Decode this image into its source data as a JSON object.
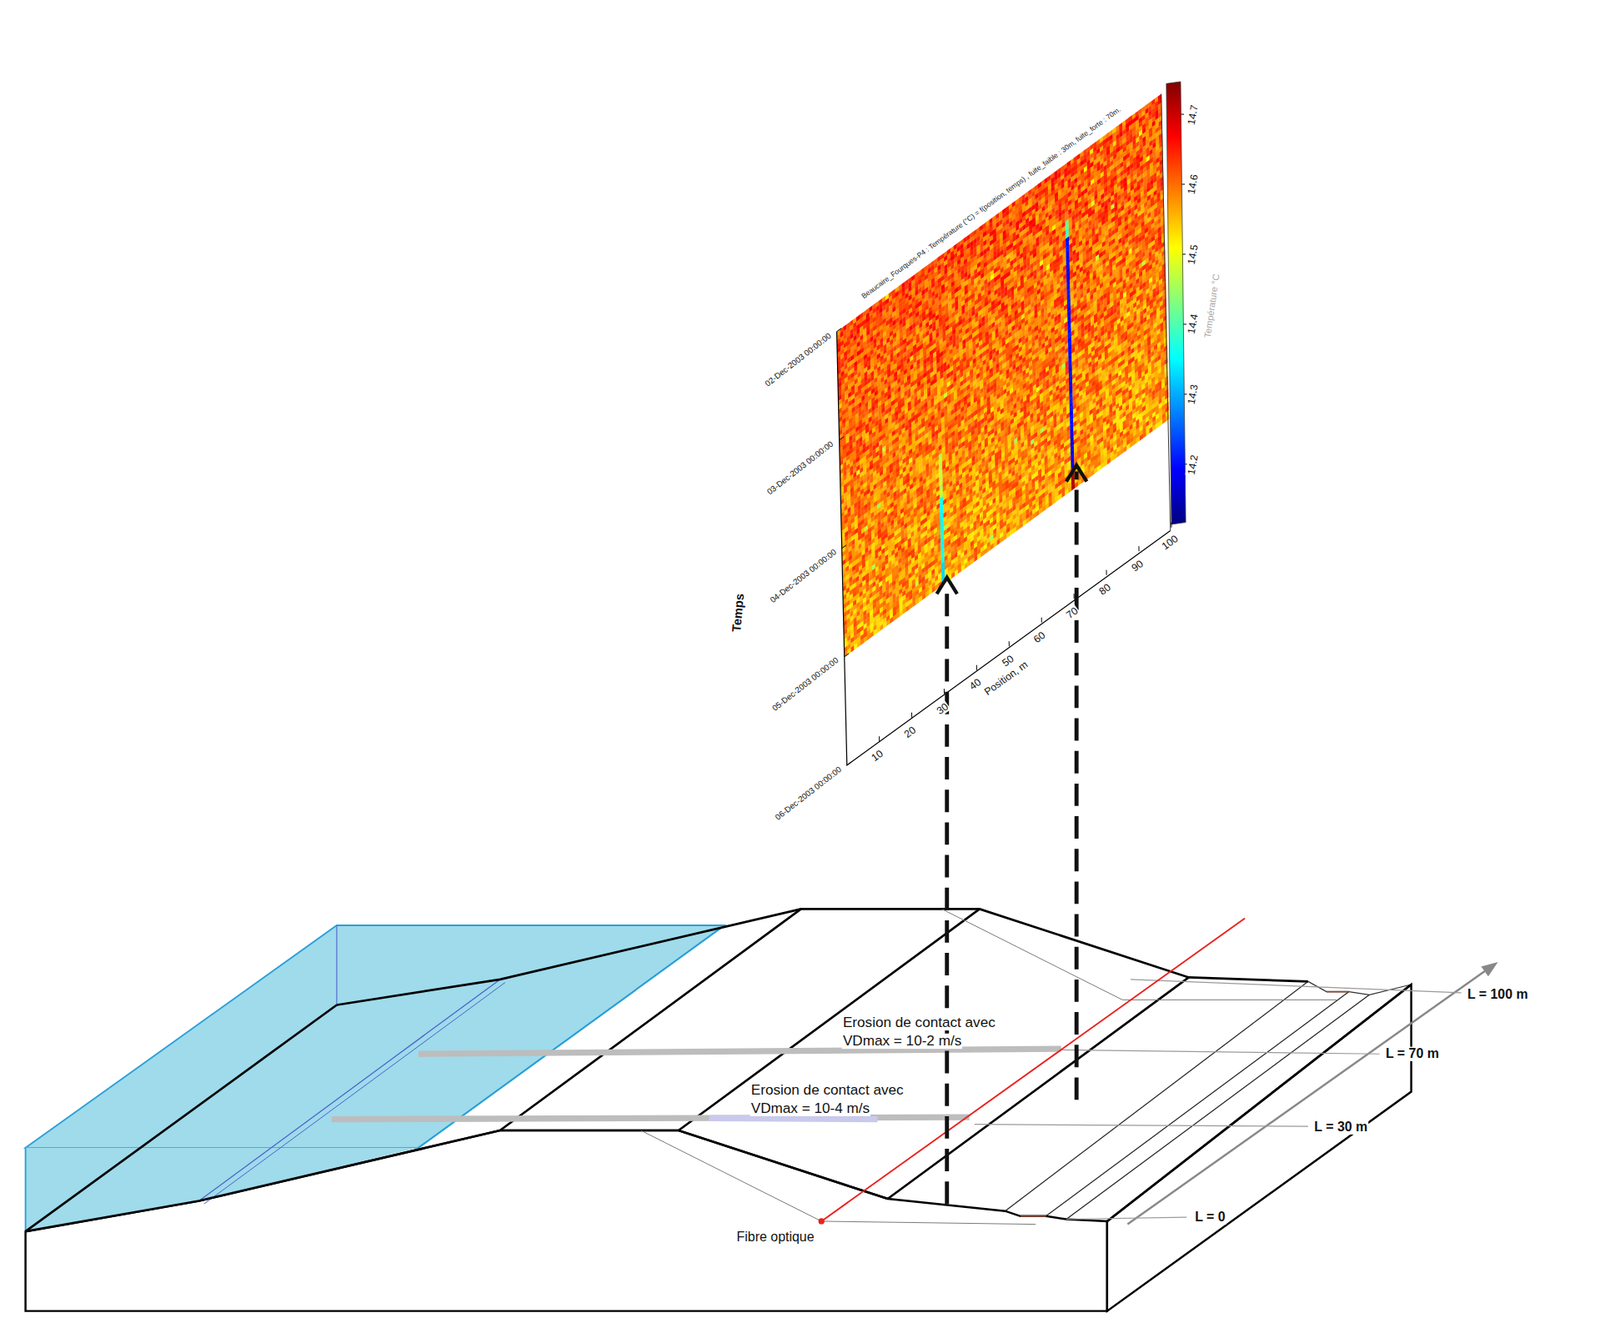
{
  "diagram": {
    "title": "Beaucaire_Fourques-P4 : Température (°C) = f(position, temps) , fuite_faible : 30m, fuite_forte : 70m.",
    "labels": [
      "Temps",
      "02-Dec-2003 00:00:00",
      "03-Dec-2003 00:00:00",
      "04-Dec-2003 00:00:00",
      "05-Dec-2003 00:00:00",
      "06-Dec-2003 00:00:00",
      "10",
      "20",
      "30",
      "40",
      "50",
      "60",
      "70",
      "80",
      "90",
      "100",
      "Position, m",
      "14.7",
      "14.6",
      "14.5",
      "14.4",
      "14.3",
      "14.2",
      "Température °C",
      "Erosion de contact avec",
      "VDmax = 10-2 m/s",
      "Erosion de contact avec",
      "VDmax = 10-4 m/s",
      "Fibre optique",
      "L = 100 m",
      "L = 70 m",
      "L = 30 m",
      "L = 0"
    ]
  }
}
